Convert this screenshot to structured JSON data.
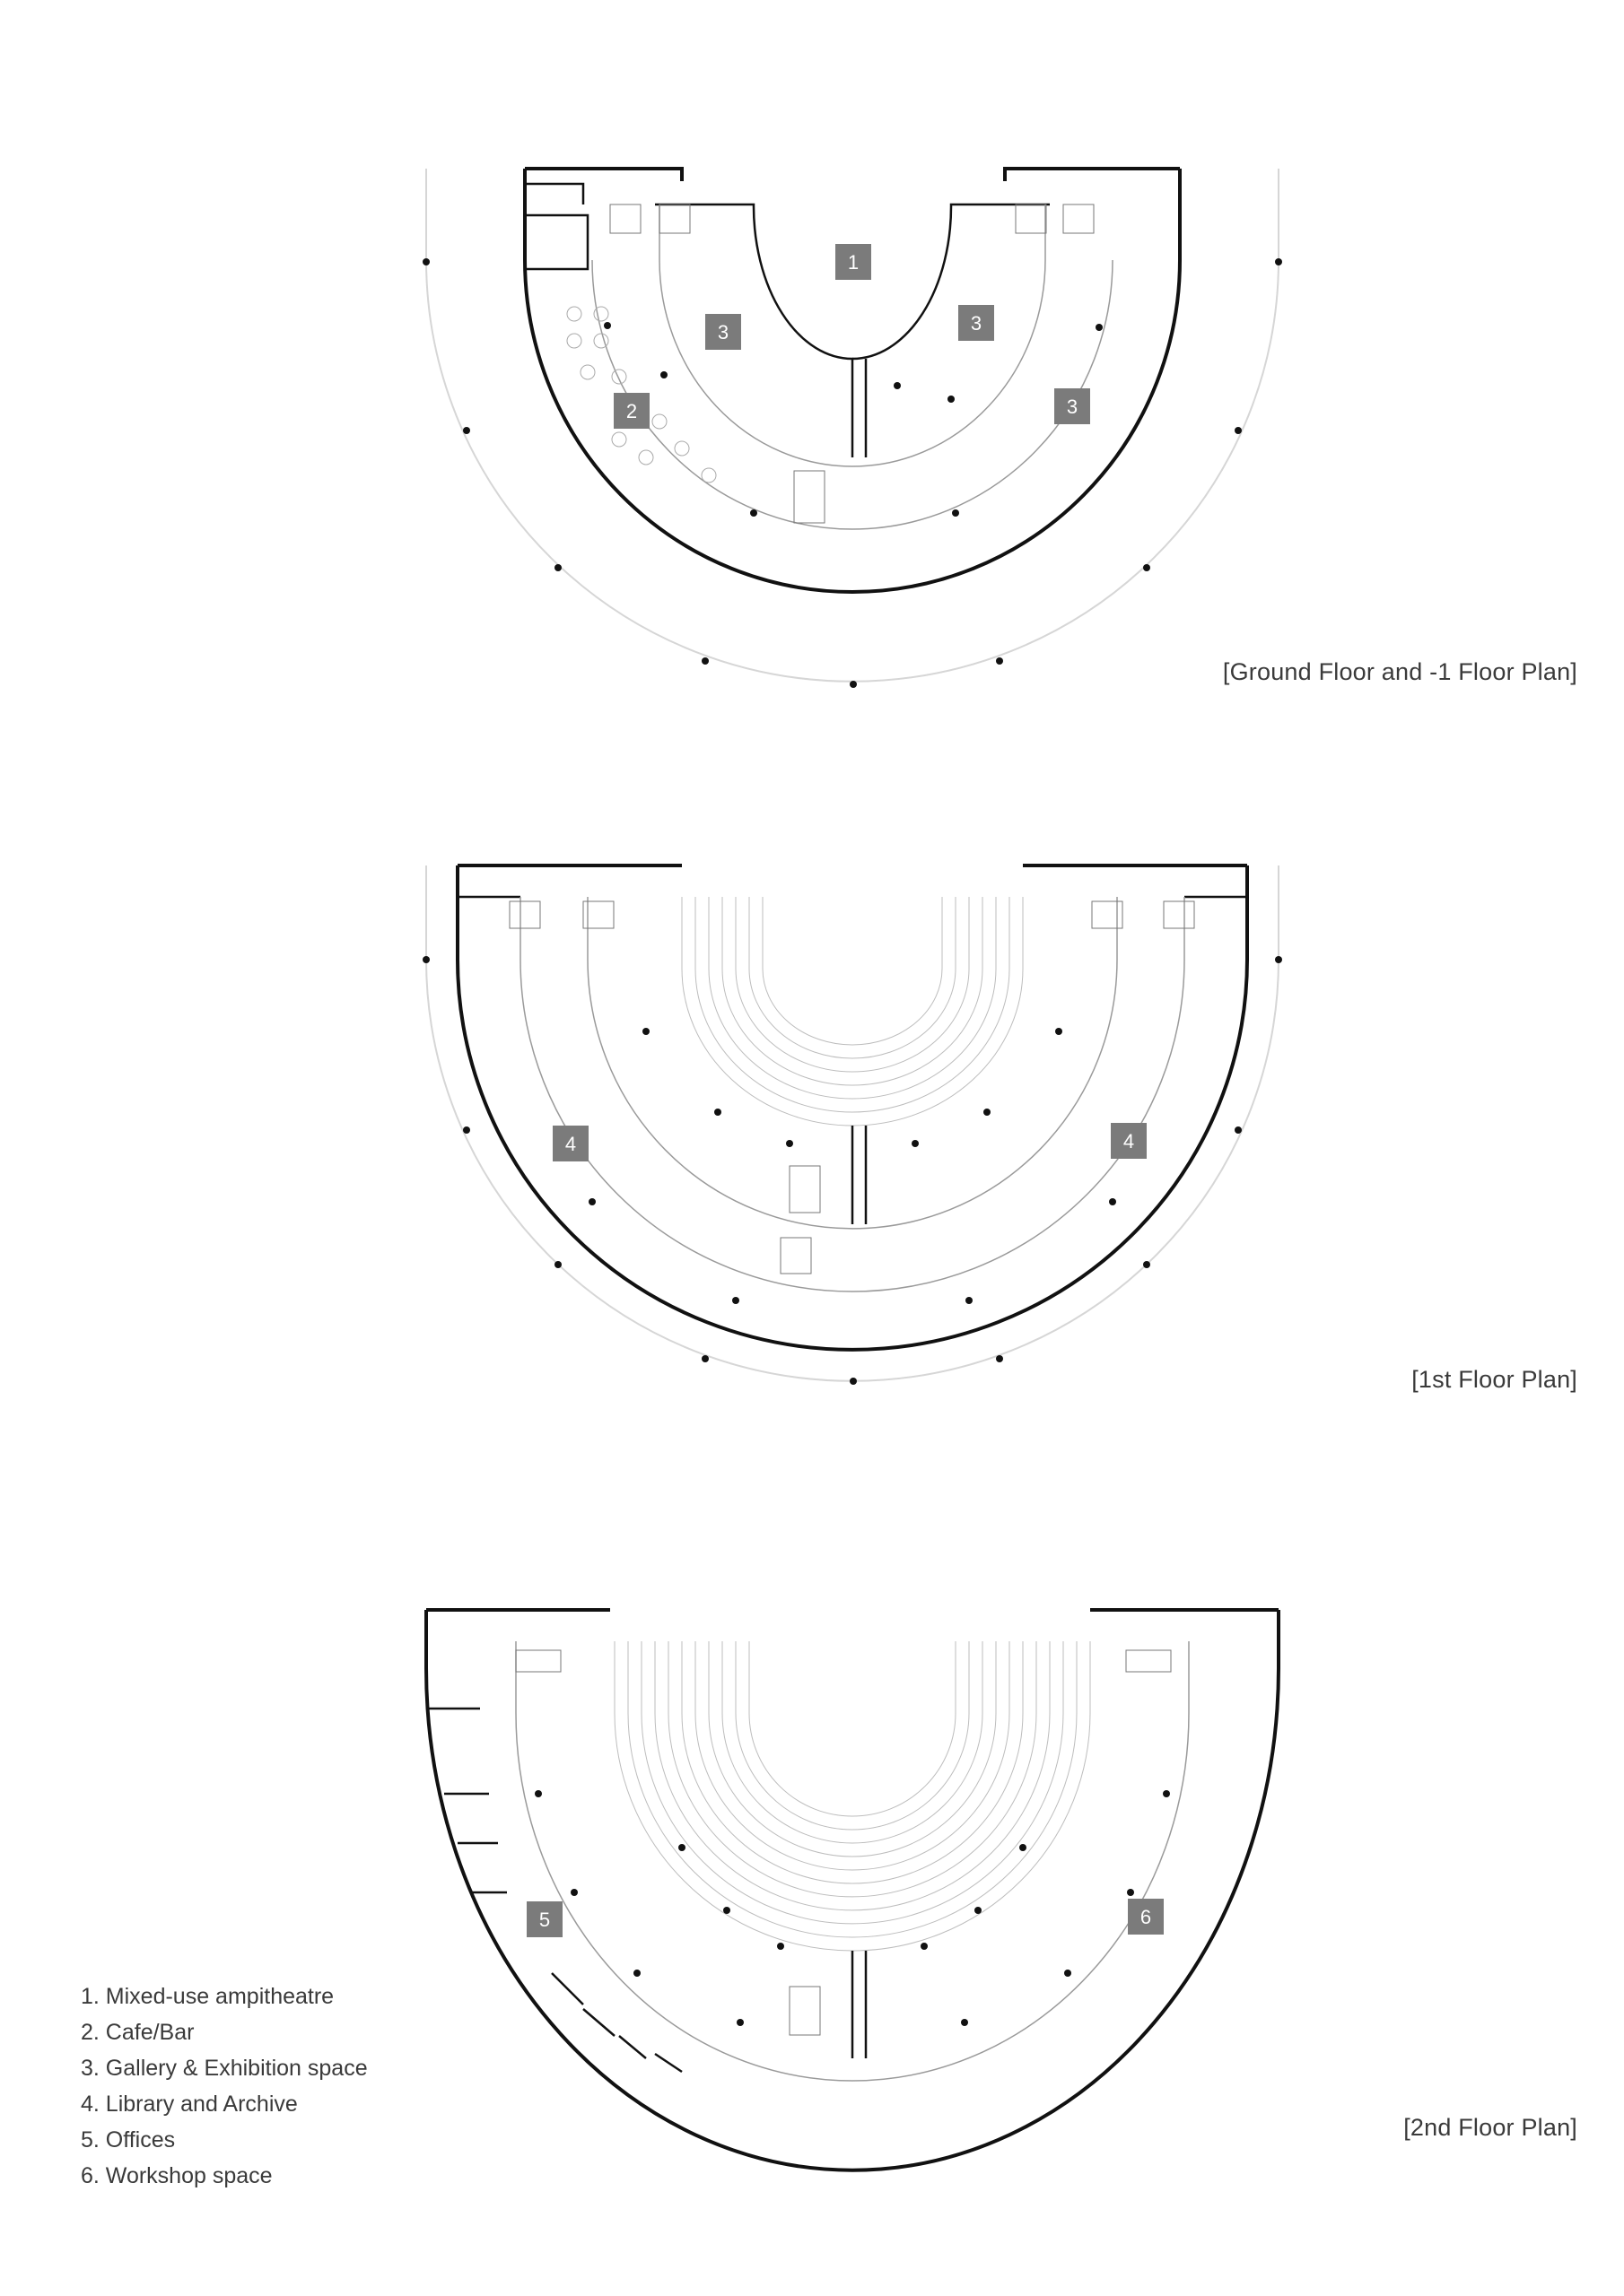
{
  "plans": [
    {
      "id": "ground",
      "caption": "[Ground Floor and -1 Floor Plan]",
      "rooms": [
        {
          "label": "1",
          "room": "Mixed-use ampitheatre"
        },
        {
          "label": "3",
          "room": "Gallery & Exhibition space"
        },
        {
          "label": "3",
          "room": "Gallery & Exhibition space"
        },
        {
          "label": "2",
          "room": "Cafe/Bar"
        },
        {
          "label": "3",
          "room": "Gallery & Exhibition space"
        }
      ]
    },
    {
      "id": "first",
      "caption": "[1st Floor Plan]",
      "rooms": [
        {
          "label": "4",
          "room": "Library and Archive"
        },
        {
          "label": "4",
          "room": "Library and Archive"
        }
      ]
    },
    {
      "id": "second",
      "caption": "[2nd Floor Plan]",
      "rooms": [
        {
          "label": "5",
          "room": "Offices"
        },
        {
          "label": "6",
          "room": "Workshop space"
        }
      ]
    }
  ],
  "legend": [
    "1. Mixed-use ampitheatre",
    "2. Cafe/Bar",
    "3. Gallery & Exhibition space",
    "4. Library and Archive",
    "5. Offices",
    "6. Workshop space"
  ],
  "colors": {
    "wall": "#111111",
    "thin_line": "#9a9a9a",
    "faint_line": "#cfcfcf",
    "room_tag": "#7b7b7b",
    "room_tag_text": "#ffffff",
    "column": "#111111"
  }
}
